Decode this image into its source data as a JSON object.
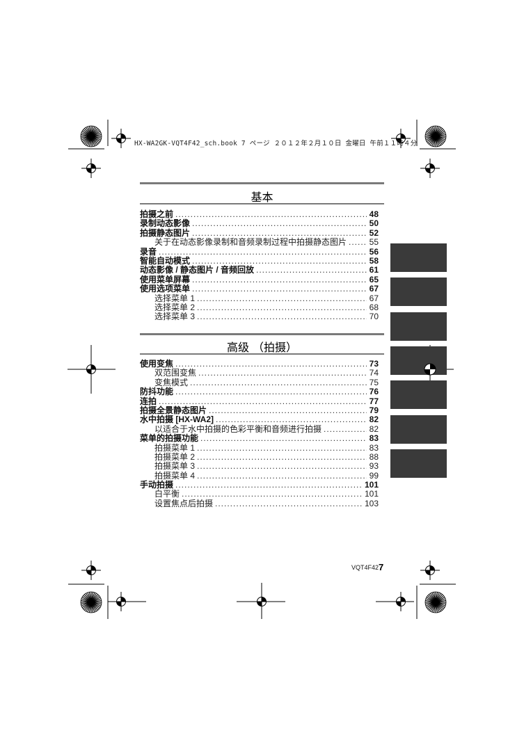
{
  "header": {
    "file_info": "HX-WA2GK-VQT4F42_sch.book  7 ページ  ２０１２年２月１０日  金曜日  午前１１時４分"
  },
  "sections": [
    {
      "title": "基本",
      "entries": [
        {
          "label": "拍摄之前",
          "page": "48",
          "level": 1
        },
        {
          "label": "录制动态影像",
          "page": "50",
          "level": 1
        },
        {
          "label": "拍摄静态图片",
          "page": "52",
          "level": 1
        },
        {
          "label": "关于在动态影像录制和音频录制过程中拍摄静态图片",
          "page": "55",
          "level": 2
        },
        {
          "label": "录音",
          "page": "56",
          "level": 1
        },
        {
          "label": "智能自动模式",
          "page": "58",
          "level": 1
        },
        {
          "label": "动态影像 / 静态图片 / 音频回放",
          "page": "61",
          "level": 1
        },
        {
          "label": "使用菜单屏幕",
          "page": "65",
          "level": 1
        },
        {
          "label": "使用选项菜单",
          "page": "67",
          "level": 1
        },
        {
          "label": "选择菜单 1",
          "page": "67",
          "level": 2
        },
        {
          "label": "选择菜单 2",
          "page": "68",
          "level": 2
        },
        {
          "label": "选择菜单 3",
          "page": "70",
          "level": 2
        }
      ]
    },
    {
      "title": "高级 （拍摄）",
      "entries": [
        {
          "label": "使用变焦",
          "page": "73",
          "level": 1
        },
        {
          "label": "双范围变焦",
          "page": "74",
          "level": 2
        },
        {
          "label": "变焦模式",
          "page": "75",
          "level": 2
        },
        {
          "label": "防抖功能",
          "page": "76",
          "level": 1
        },
        {
          "label": "连拍",
          "page": "77",
          "level": 1
        },
        {
          "label": "拍摄全景静态图片",
          "page": "79",
          "level": 1
        },
        {
          "label": "水中拍摄 [HX-WA2]",
          "page": "82",
          "level": 1
        },
        {
          "label": "以适合于水中拍摄的色彩平衡和音频进行拍摄",
          "page": "82",
          "level": 2
        },
        {
          "label": "菜单的拍摄功能",
          "page": "83",
          "level": 1
        },
        {
          "label": "拍摄菜单 1",
          "page": "83",
          "level": 2
        },
        {
          "label": "拍摄菜单 2",
          "page": "88",
          "level": 2
        },
        {
          "label": "拍摄菜单 3",
          "page": "93",
          "level": 2
        },
        {
          "label": "拍摄菜单 4",
          "page": "99",
          "level": 2
        },
        {
          "label": "手动拍摄",
          "page": "101",
          "level": 1
        },
        {
          "label": "白平衡",
          "page": "101",
          "level": 2
        },
        {
          "label": "设置焦点后拍摄",
          "page": "103",
          "level": 2
        }
      ]
    }
  ],
  "footer": {
    "doc_code": "VQT4F42",
    "page_number": "7"
  },
  "tabs_color": "#3a3a3a",
  "print_marks": [
    "registration-crosshair-icon",
    "radial-starburst-icon",
    "crop-mark-icon"
  ]
}
